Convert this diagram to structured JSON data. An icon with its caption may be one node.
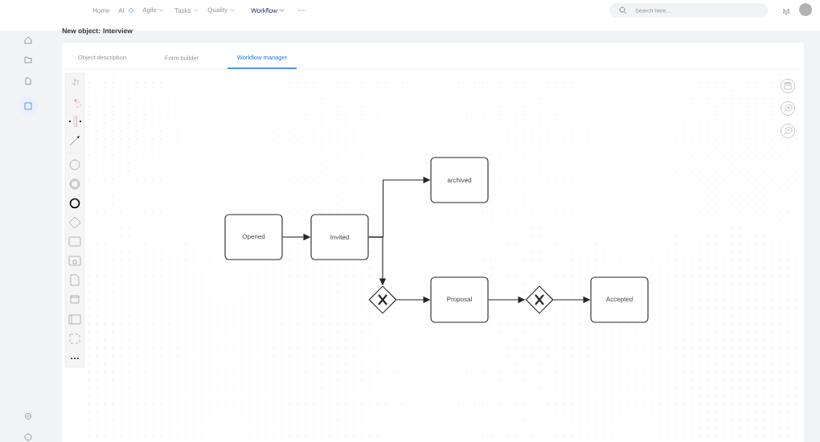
{
  "diagram": {
    "title": "New object: Interview",
    "nodes": [
      {
        "text": [
          "Opened"
        ]
      },
      {
        "text": [
          "Invited"
        ]
      },
      {
        "text": [
          "archived"
        ]
      },
      {
        "text": [],
        "shape": "diamond"
      },
      {
        "text": [
          "Proposal"
        ]
      },
      {
        "text": [],
        "shape": "diamond"
      },
      {
        "text": [
          "Accepted"
        ]
      }
    ],
    "edges": [
      {
        "from": 0,
        "to": 1,
        "arrow": "to"
      },
      {
        "from": 1,
        "to": 2,
        "arrow": "to"
      },
      {
        "from": 1,
        "to": 3,
        "arrow": "to"
      },
      {
        "from": 3,
        "to": 4,
        "arrow": "to"
      },
      {
        "from": 4,
        "to": 5,
        "arrow": "to"
      },
      {
        "from": 5,
        "to": 6,
        "arrow": "to"
      }
    ],
    "labels": [
      "Home",
      "AI",
      "Agile",
      "Tasks",
      "Quality",
      "Workflow",
      "Search here...",
      "Object description",
      "Form builder",
      "Workflow manager"
    ]
  }
}
